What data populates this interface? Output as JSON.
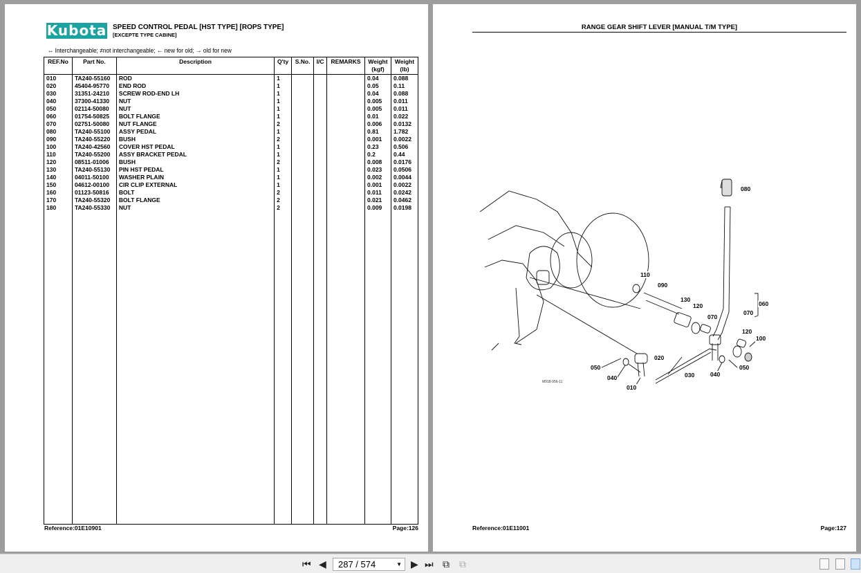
{
  "left_page": {
    "logo": "Kubota",
    "title": "SPEED CONTROL PEDAL [HST TYPE] [ROPS TYPE]",
    "subtitle": "[EXCEPTE TYPE CABINE]",
    "legend": "↔ Interchangeable;   ≠not interchangeable;   ← new for old;   → old for new",
    "headers": [
      "REF.No",
      "Part No.",
      "Description",
      "Q'ty",
      "S.No.",
      "I/C",
      "REMARKS",
      "Weight (kgf)",
      "Weight (lb)"
    ],
    "rows": [
      [
        "010",
        "TA240-55160",
        "ROD",
        "1",
        "",
        "",
        "",
        "0.04",
        "0.088"
      ],
      [
        "020",
        "45404-95770",
        "END ROD",
        "1",
        "",
        "",
        "",
        "0.05",
        "0.11"
      ],
      [
        "030",
        "31351-24210",
        "SCREW ROD-END LH",
        "1",
        "",
        "",
        "",
        "0.04",
        "0.088"
      ],
      [
        "040",
        "37300-41330",
        "NUT",
        "1",
        "",
        "",
        "",
        "0.005",
        "0.011"
      ],
      [
        "050",
        "02114-50080",
        "NUT",
        "1",
        "",
        "",
        "",
        "0.005",
        "0.011"
      ],
      [
        "060",
        "01754-50825",
        "BOLT FLANGE",
        "1",
        "",
        "",
        "",
        "0.01",
        "0.022"
      ],
      [
        "070",
        "02751-50080",
        "NUT FLANGE",
        "2",
        "",
        "",
        "",
        "0.006",
        "0.0132"
      ],
      [
        "080",
        "TA240-55100",
        "ASSY PEDAL",
        "1",
        "",
        "",
        "",
        "0.81",
        "1.782"
      ],
      [
        "090",
        "TA240-55220",
        "BUSH",
        "2",
        "",
        "",
        "",
        "0.001",
        "0.0022"
      ],
      [
        "100",
        "TA240-42560",
        "COVER HST PEDAL",
        "1",
        "",
        "",
        "",
        "0.23",
        "0.506"
      ],
      [
        "110",
        "TA240-55200",
        "ASSY BRACKET PEDAL",
        "1",
        "",
        "",
        "",
        "0.2",
        "0.44"
      ],
      [
        "120",
        "08511-01006",
        "BUSH",
        "2",
        "",
        "",
        "",
        "0.008",
        "0.0176"
      ],
      [
        "130",
        "TA240-55130",
        "PIN HST PEDAL",
        "1",
        "",
        "",
        "",
        "0.023",
        "0.0506"
      ],
      [
        "140",
        "04011-50100",
        "WASHER PLAIN",
        "1",
        "",
        "",
        "",
        "0.002",
        "0.0044"
      ],
      [
        "150",
        "04612-00100",
        "CIR CLIP EXTERNAL",
        "1",
        "",
        "",
        "",
        "0.001",
        "0.0022"
      ],
      [
        "160",
        "01123-50816",
        "BOLT",
        "2",
        "",
        "",
        "",
        "0.011",
        "0.0242"
      ],
      [
        "170",
        "TA240-55320",
        "BOLT FLANGE",
        "2",
        "",
        "",
        "",
        "0.021",
        "0.0462"
      ],
      [
        "180",
        "TA240-55330",
        "NUT",
        "2",
        "",
        "",
        "",
        "0.009",
        "0.0198"
      ]
    ],
    "reference": "Reference:01E10901",
    "page": "Page:126"
  },
  "right_page": {
    "title": "RANGE GEAR SHIFT LEVER [MANUAL T/M TYPE]",
    "callouts": [
      "080",
      "110",
      "090",
      "130",
      "120",
      "070",
      "060",
      "070",
      "120",
      "100",
      "020",
      "050",
      "040",
      "010",
      "030",
      "040",
      "050"
    ],
    "drawing_code": "M918-956-11",
    "reference": "Reference:01E11001",
    "page": "Page:127"
  },
  "toolbar": {
    "page_indicator": "287 / 574"
  }
}
